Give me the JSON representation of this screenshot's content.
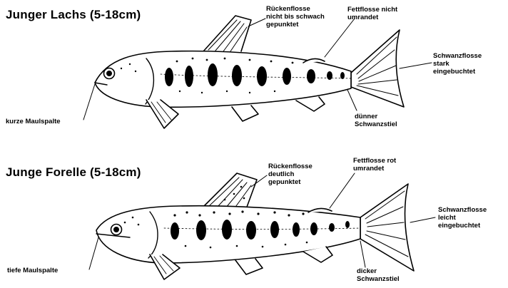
{
  "salmon": {
    "title": "Junger Lachs (5-18cm)",
    "labels": {
      "dorsal": [
        "Rückenflosse",
        "nicht bis schwach",
        "gepunktet"
      ],
      "adipose": [
        "Fettflosse nicht",
        "umrandet"
      ],
      "tail": [
        "Schwanzflosse",
        "stark",
        "eingebuchtet"
      ],
      "mouth": [
        "kurze Maulspalte"
      ],
      "stalk": [
        "dünner",
        "Schwanzstiel"
      ]
    }
  },
  "trout": {
    "title": "Junge Forelle (5-18cm)",
    "labels": {
      "dorsal": [
        "Rückenflosse",
        "deutlich",
        "gepunktet"
      ],
      "adipose": [
        "Fettflosse rot",
        "umrandet"
      ],
      "tail": [
        "Schwanzflosse",
        "leicht",
        "eingebuchtet"
      ],
      "mouth": [
        "tiefe Maulspalte"
      ],
      "stalk": [
        "dicker",
        "Schwanzstiel"
      ]
    }
  },
  "colors": {
    "ink": "#000000",
    "paper": "#ffffff"
  }
}
